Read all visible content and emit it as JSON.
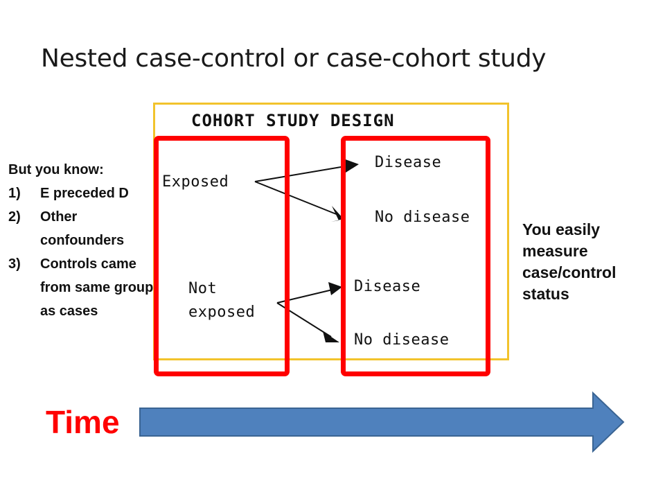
{
  "title": "Nested case-control or case-cohort study",
  "diagram": {
    "heading": "COHORT STUDY DESIGN",
    "exposed": "Exposed",
    "not_exposed_line1": "Not",
    "not_exposed_line2": "exposed",
    "exposed_disease": "Disease",
    "exposed_no_disease": "No disease",
    "unexposed_disease": "Disease",
    "unexposed_no_disease": "No disease"
  },
  "left_note": {
    "heading": "But you know:",
    "items": [
      {
        "num": "1)",
        "text": "E preceded D"
      },
      {
        "num": "2)",
        "text": "Other confounders"
      },
      {
        "num": "3)",
        "text": "Controls came from same group as cases"
      }
    ]
  },
  "right_note": "You easily measure case/control status",
  "time_label": "Time",
  "colors": {
    "frame": "#f2c32c",
    "highlight": "#ff0000",
    "time_arrow_fill": "#4f81bd",
    "time_arrow_stroke": "#3a6493",
    "time_label": "#ff0000"
  }
}
